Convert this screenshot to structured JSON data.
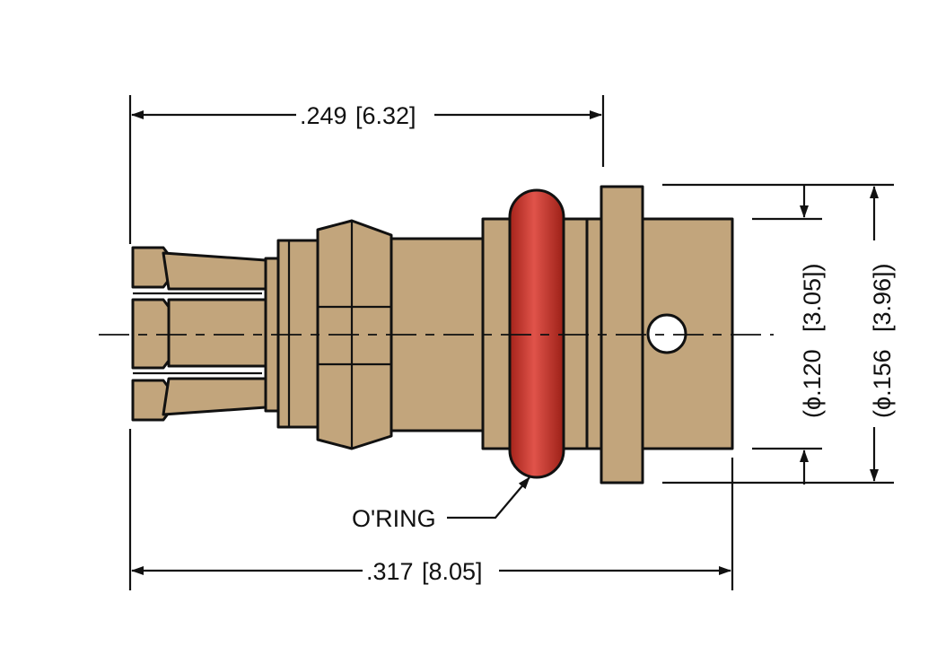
{
  "drawing": {
    "dims": {
      "top_length": ".249",
      "top_length_mm": "[6.32]",
      "bottom_length": ".317",
      "bottom_length_mm": "[8.05]",
      "inner_dia": "(ϕ.120",
      "inner_dia_mm": "[3.05])",
      "outer_dia": "(ϕ.156",
      "outer_dia_mm": "[3.96])"
    },
    "callout": "O'RING",
    "colors": {
      "body": "#c2a57c",
      "body_shadow": "#a88a62",
      "oring": "#c9382b",
      "outline": "#111111"
    }
  }
}
